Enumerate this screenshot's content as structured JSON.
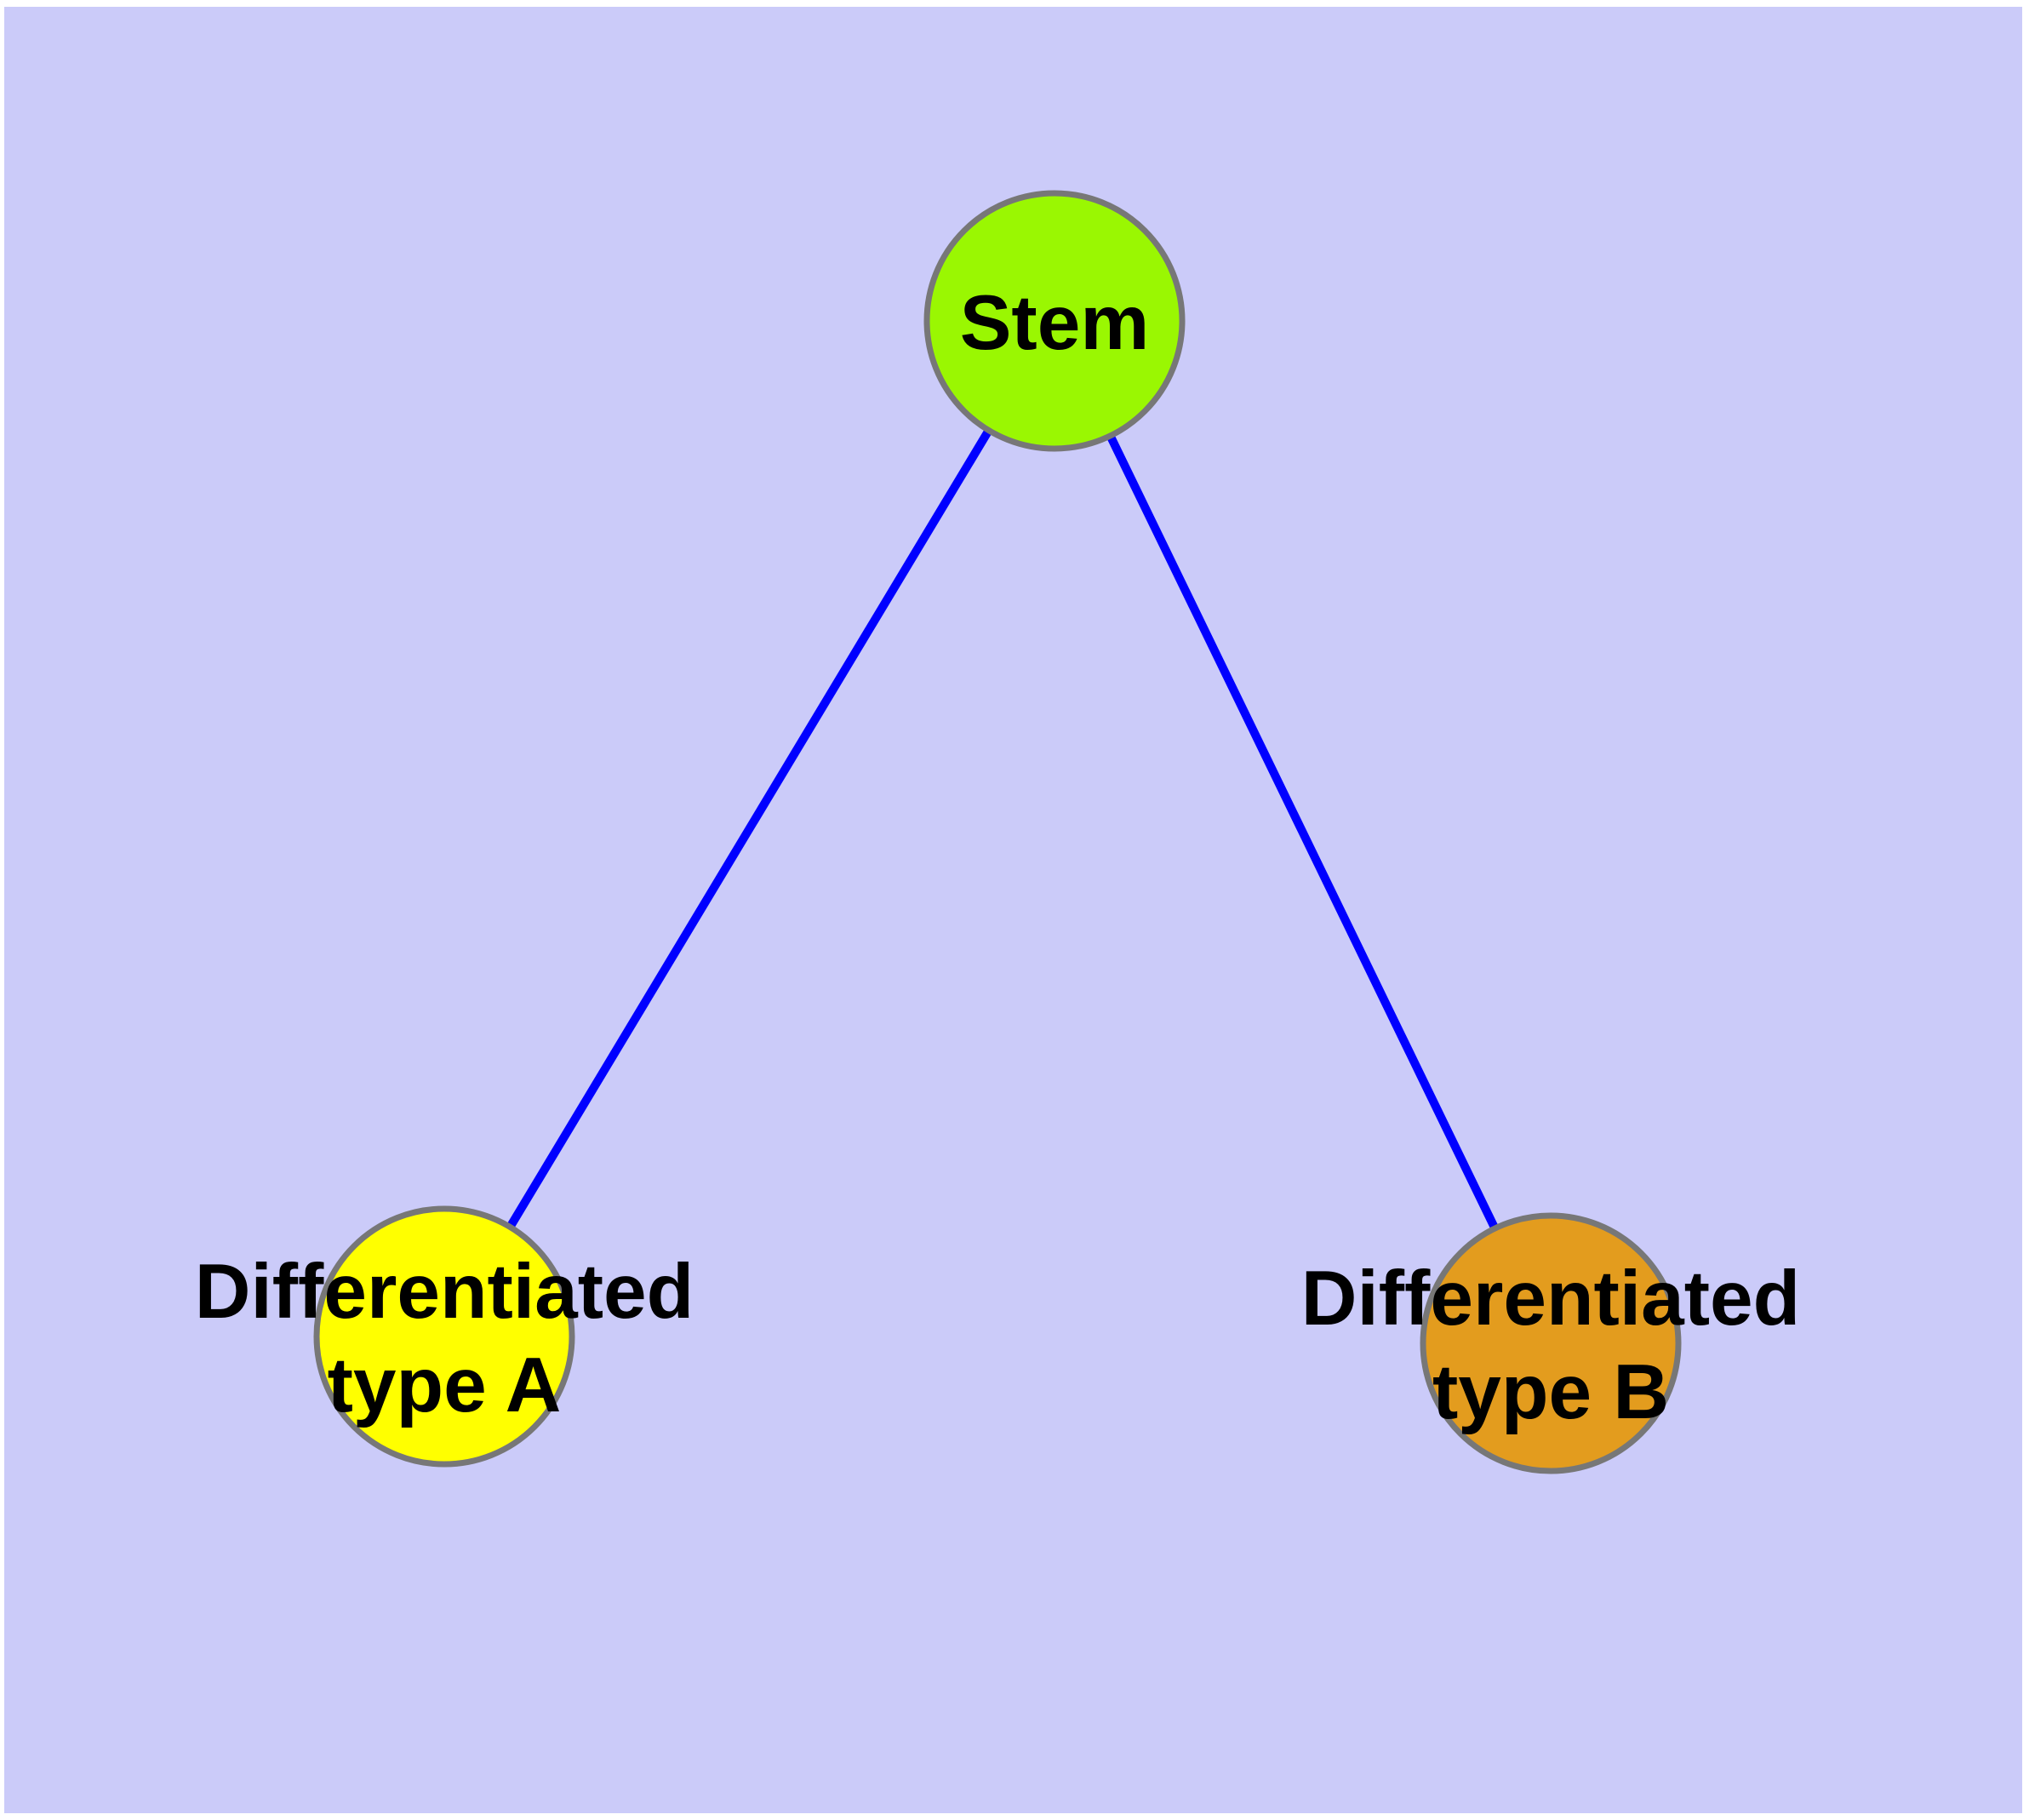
{
  "background": {
    "page": "#FFFFFF",
    "canvas": "#CBCBF9"
  },
  "diagram": {
    "type": "graph",
    "description": "Stem cell differentiation tree with one root node and two leaf nodes",
    "text_color": "#000000",
    "node_border_color": "#777777",
    "nodes": {
      "stem": {
        "label": "Stem",
        "fill": "#9AF702"
      },
      "type_a": {
        "line1": "Differentiated",
        "line2": "type A",
        "fill": "#FFFF00"
      },
      "type_b": {
        "line1": "Differentiated",
        "line2": "type B",
        "fill": "#E39C1E"
      }
    },
    "edges": [
      {
        "from": "Stem",
        "to": "Differentiated type A",
        "color": "#0000FF"
      },
      {
        "from": "Stem",
        "to": "Differentiated type B",
        "color": "#0000FF"
      }
    ]
  }
}
